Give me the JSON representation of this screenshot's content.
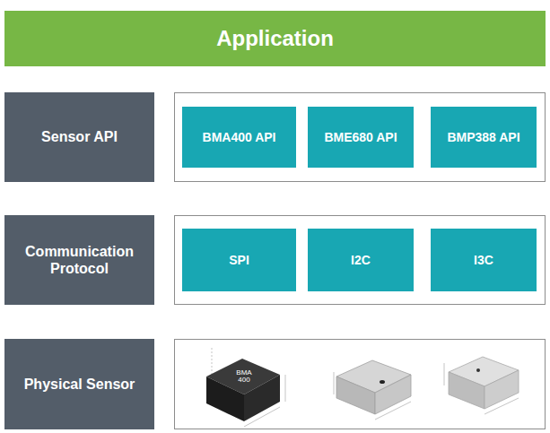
{
  "diagram": {
    "nodes": [
      {
        "text": [
          "Application"
        ]
      },
      {
        "text": [
          "Sensor API"
        ]
      },
      {
        "text": [
          "BMA400 API"
        ]
      },
      {
        "text": [
          "BME680 API"
        ]
      },
      {
        "text": [
          "BMP388 API"
        ]
      },
      {
        "text": [
          "Communication Protocol"
        ]
      },
      {
        "text": [
          "SPI"
        ]
      },
      {
        "text": [
          "I2C"
        ]
      },
      {
        "text": [
          "I3C"
        ]
      },
      {
        "text": [
          "Physical Sensor"
        ]
      }
    ],
    "labels": [
      "BMA 400"
    ]
  }
}
